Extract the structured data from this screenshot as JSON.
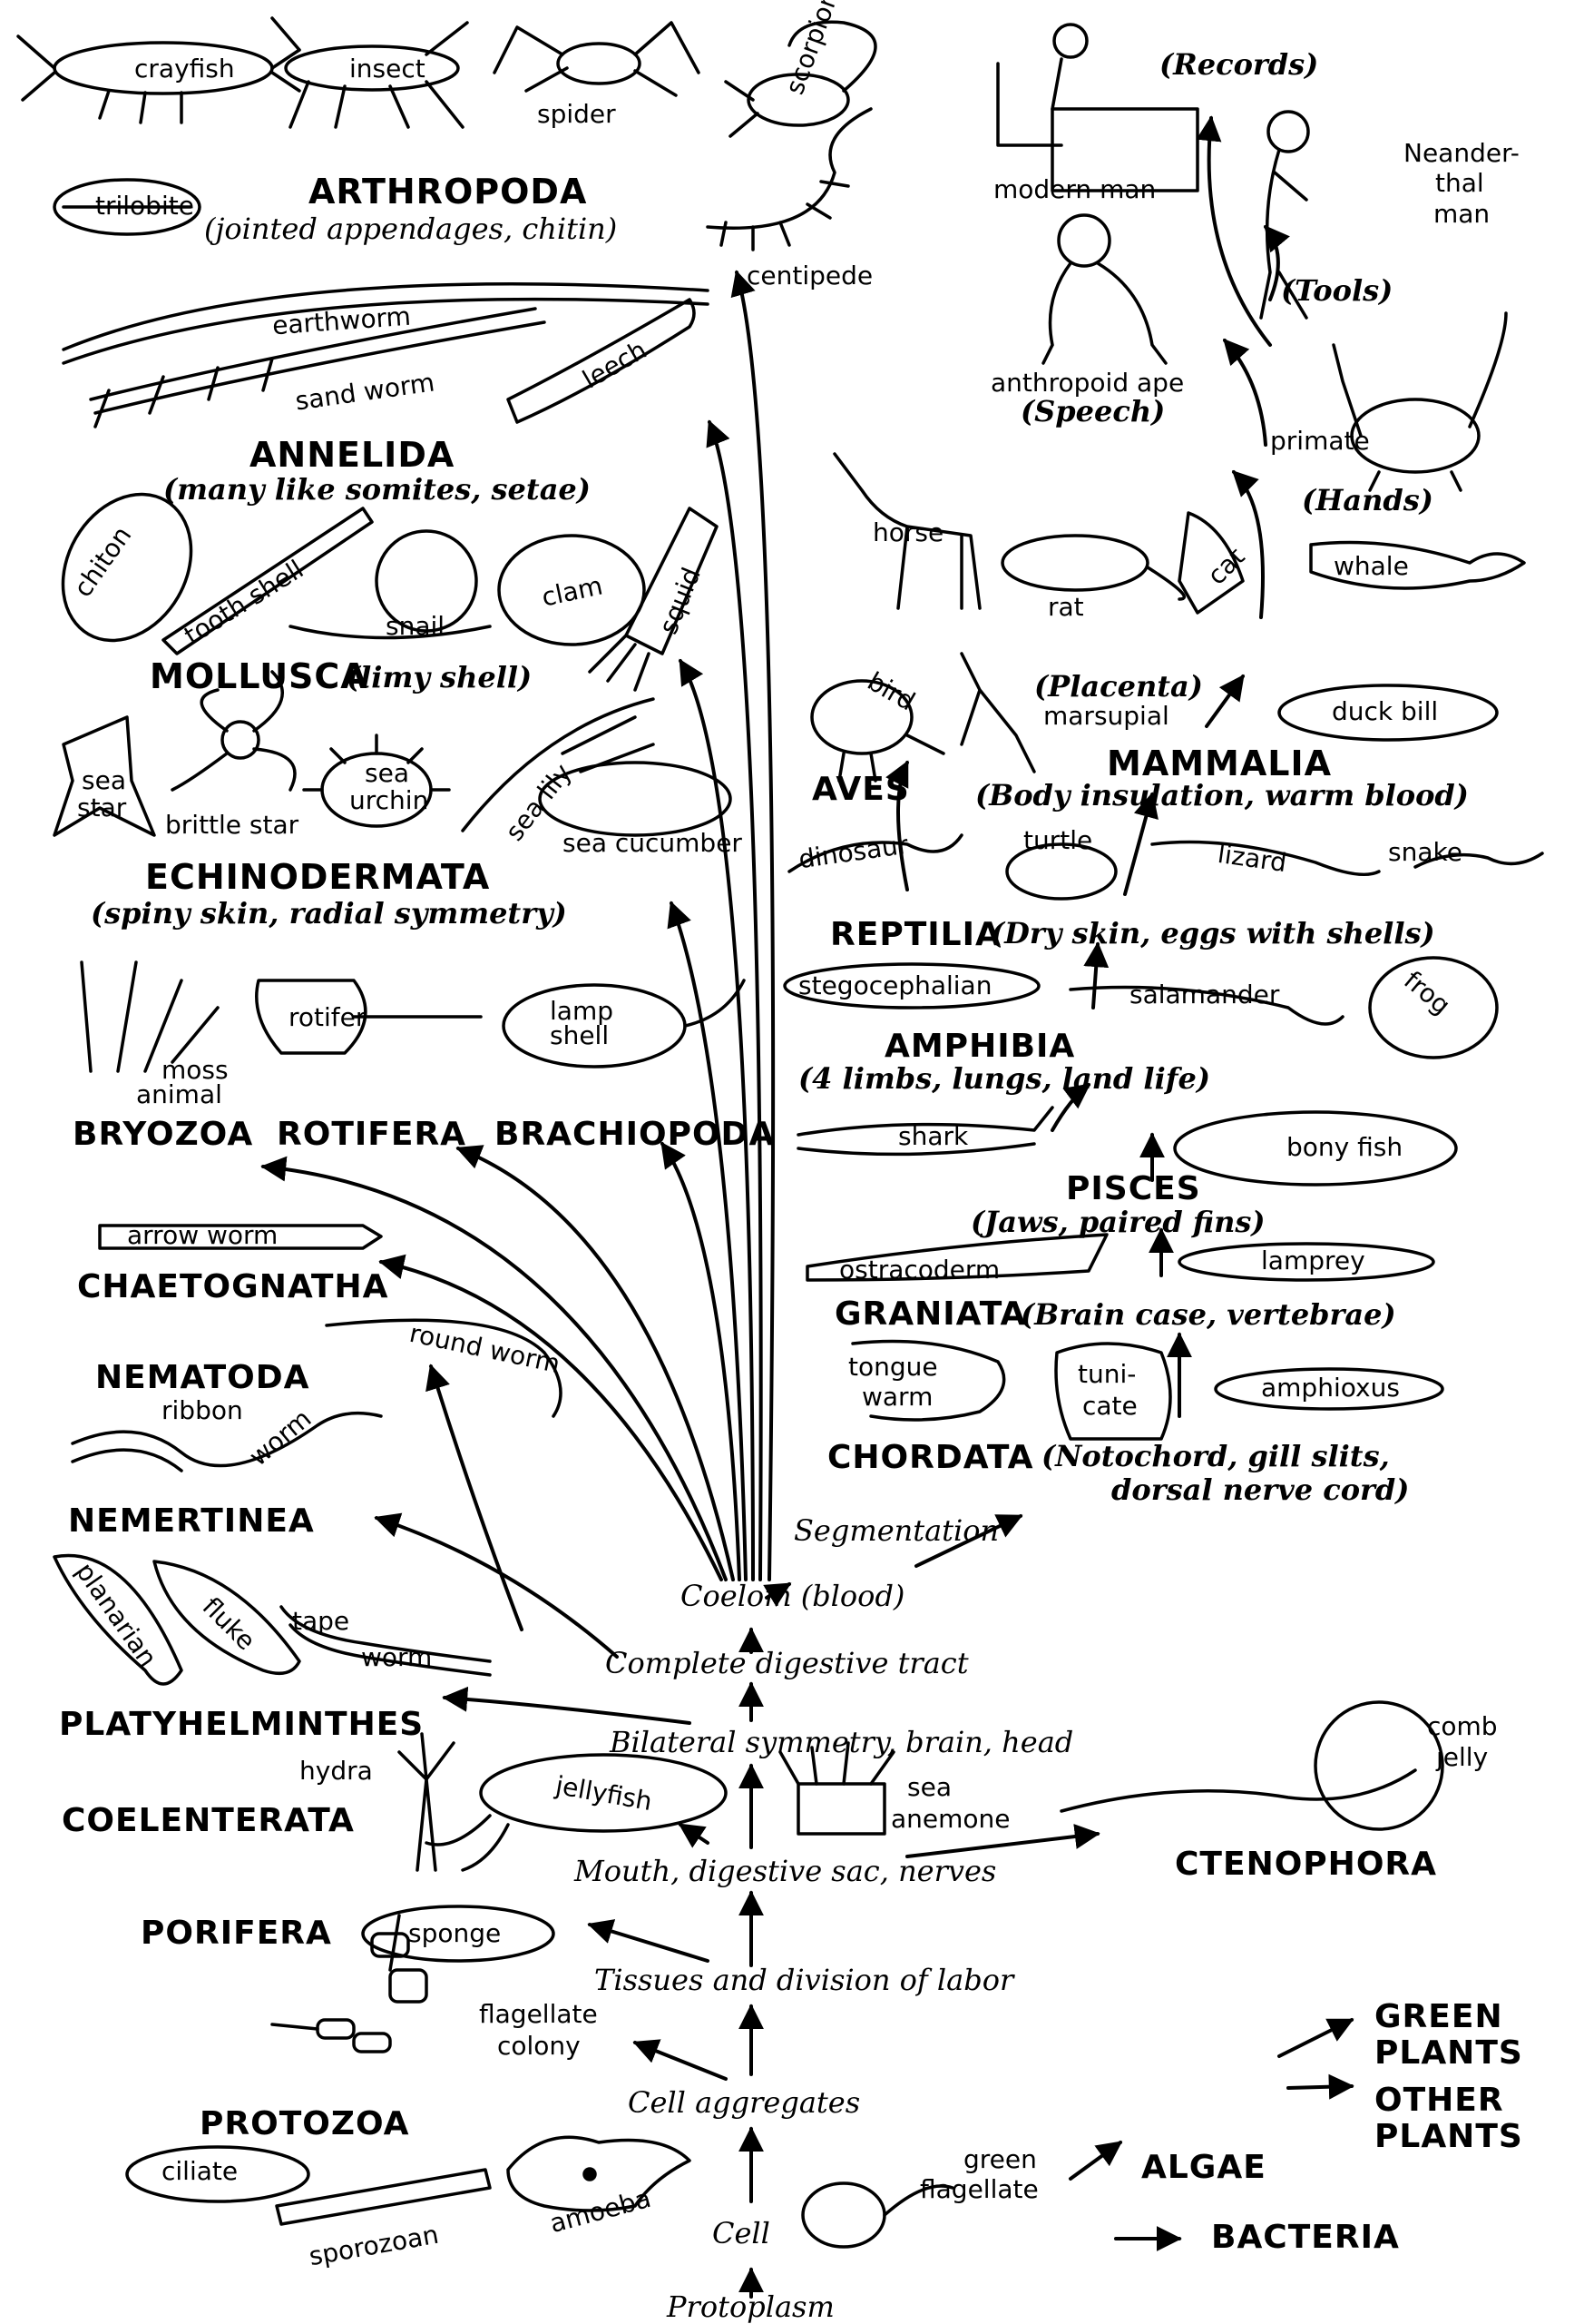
{
  "phyla": {
    "arthropoda": "ARTHROPODA",
    "arthropoda_note": "(jointed appendages, chitin)",
    "annelida": "ANNELIDA",
    "annelida_note": "(many like somites, setae)",
    "mollusca": "MOLLUSCA",
    "mollusca_note": "(limy shell)",
    "echinodermata": "ECHINODERMATA",
    "echinodermata_note": "(spiny skin, radial symmetry)",
    "bryozoa": "BRYOZOA",
    "rotifera": "ROTIFERA",
    "brachiopoda": "BRACHIOPODA",
    "chaetognatha": "CHAETOGNATHA",
    "nematoda": "NEMATODA",
    "nemertinea": "NEMERTINEA",
    "platyhelminthes": "PLATYHELMINTHES",
    "coelenterata": "COELENTERATA",
    "ctenophora": "CTENOPHORA",
    "porifera": "PORIFERA",
    "protozoa": "PROTOZOA",
    "algae": "ALGAE",
    "green_plants_1": "GREEN",
    "green_plants_2": "PLANTS",
    "other_plants_1": "OTHER",
    "other_plants_2": "PLANTS",
    "bacteria": "BACTERIA",
    "aves": "AVES",
    "mammalia": "MAMMALIA",
    "mammalia_note": "(Body insulation, warm blood)",
    "reptilia": "REPTILIA",
    "reptilia_note": "(Dry skin, eggs with shells)",
    "amphibia": "AMPHIBIA",
    "amphibia_note": "(4 limbs, lungs, land life)",
    "pisces": "PISCES",
    "pisces_note": "(Jaws, paired fins)",
    "graniata": "GRANIATA",
    "graniata_note": "(Brain case, vertebrae)",
    "chordata": "CHORDATA",
    "chordata_note_1": "(Notochord, gill slits,",
    "chordata_note_2": "dorsal nerve cord)"
  },
  "stages": {
    "protoplasm": "Protoplasm",
    "cell": "Cell",
    "cell_aggregates": "Cell aggregates",
    "tissues": "Tissues and division of labor",
    "mouth": "Mouth, digestive sac, nerves",
    "bilateral": "Bilateral symmetry, brain, head",
    "digestive": "Complete digestive tract",
    "coelom": "Coelom (blood)",
    "segmentation": "Segmentation"
  },
  "human_line": {
    "records": "(Records)",
    "tools": "(Tools)",
    "speech": "(Speech)",
    "hands": "(Hands)",
    "placenta": "(Placenta)"
  },
  "organisms": {
    "crayfish": "crayfish",
    "insect": "insect",
    "spider": "spider",
    "scorpion": "scorpion",
    "trilobite": "trilobite",
    "centipede": "centipede",
    "earthworm": "earthworm",
    "sand_worm": "sand worm",
    "leech": "leech",
    "chiton": "chiton",
    "tooth_shell": "tooth shell",
    "snail": "snail",
    "clam": "clam",
    "squid": "squid",
    "sea_star_1": "sea",
    "sea_star_2": "star",
    "brittle_star": "brittle star",
    "sea_urchin_1": "sea",
    "sea_urchin_2": "urchin",
    "sea_lily": "sea lily",
    "sea_cucumber": "sea cucumber",
    "moss_animal_1": "moss",
    "moss_animal_2": "animal",
    "rotifer": "rotifer",
    "lamp_shell_1": "lamp",
    "lamp_shell_2": "shell",
    "arrow_worm": "arrow worm",
    "round_worm": "round worm",
    "ribbon": "ribbon",
    "worm_nemertine": "worm",
    "planarian": "planarian",
    "fluke": "fluke",
    "tape": "tape",
    "tape_worm": "worm",
    "hydra": "hydra",
    "jellyfish": "jellyfish",
    "sea_anemone_1": "sea",
    "sea_anemone_2": "anemone",
    "comb_jelly_1": "comb",
    "comb_jelly_2": "jelly",
    "sponge": "sponge",
    "flagellate_colony_1": "flagellate",
    "flagellate_colony_2": "colony",
    "ciliate": "ciliate",
    "sporozoan": "sporozoan",
    "amoeba": "amoeba",
    "green_flagellate_1": "green",
    "green_flagellate_2": "flagellate",
    "modern_man": "modern man",
    "neanderthal_1": "Neander-",
    "neanderthal_2": "thal",
    "neanderthal_3": "man",
    "anthropoid_ape": "anthropoid ape",
    "primate": "primate",
    "horse": "horse",
    "rat": "rat",
    "cat": "cat",
    "whale": "whale",
    "bird": "bird",
    "marsupial": "marsupial",
    "duck_bill": "duck bill",
    "dinosaur": "dinosaur",
    "turtle": "turtle",
    "lizard": "lizard",
    "snake": "snake",
    "stegocephalian": "stegocephalian",
    "salamander": "salamander",
    "frog": "frog",
    "shark": "shark",
    "bony_fish": "bony fish",
    "ostracoderm": "ostracoderm",
    "lamprey": "lamprey",
    "tongue_worm_1": "tongue",
    "tongue_worm_2": "warm",
    "tunicate_1": "tuni-",
    "tunicate_2": "cate",
    "amphioxus": "amphioxus"
  }
}
